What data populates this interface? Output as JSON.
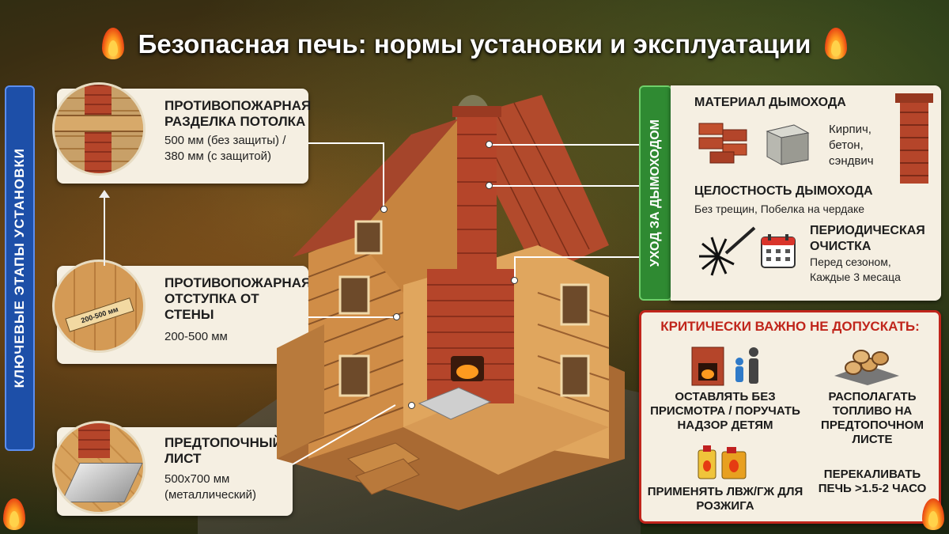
{
  "title": "Безопасная печь: нормы установки и эксплуатации",
  "left_bar": "КЛЮЧЕВЫЕ ЭТАПЫ УСТАНОВКИ",
  "right_bar": "УХОД ЗА ДЫМОХОДОМ",
  "install": [
    {
      "heading": "ПРОТИВОПОЖАРНАЯ РАЗДЕЛКА ПОТОЛКА",
      "text_1": "500 мм (без защиты) /",
      "text_2": "380 мм (с защитой)"
    },
    {
      "heading": "ПРОТИВОПОЖАРНАЯ ОТСТУПКА ОТ СТЕНЫ",
      "text_1": "200-500 мм",
      "gauge": "200-500 мм"
    },
    {
      "heading": "ПРЕДТОПОЧНЫЙ ЛИСТ",
      "text_1": "500х700 мм",
      "text_2": "(металлический)"
    }
  ],
  "care": {
    "material_heading": "МАТЕРИАЛ ДЫМОХОДА",
    "material_text_1": "Кирпич,",
    "material_text_2": "бетон,",
    "material_text_3": "сэндвич",
    "integrity_heading": "ЦЕЛОСТНОСТЬ ДЫМОХОДА",
    "integrity_text": "Без трещин, Побелка на чердаке",
    "cleaning_heading_1": "ПЕРИОДИЧЕСКАЯ",
    "cleaning_heading_2": "ОЧИСТКА",
    "cleaning_text_1": "Перед сезоном,",
    "cleaning_text_2": "Каждые 3 месаца"
  },
  "danger": {
    "heading": "КРИТИЧЕСКИ ВАЖНО НЕ ДОПУСКАТЬ:",
    "items": [
      "ОСТАВЛЯТЬ БЕЗ ПРИСМОТРА / ПОРУЧАТЬ НАДЗОР ДЕТЯМ",
      "РАСПОЛАГАТЬ ТОПЛИВО НА ПРЕДТОПОЧНОМ ЛИСТЕ",
      "ПРИМЕНЯТЬ ЛВЖ/ГЖ ДЛЯ РОЗЖИГА",
      "ПЕРЕКАЛИВАТЬ ПЕЧЬ >1.5-2 ЧАСО"
    ]
  },
  "colors": {
    "blue": "#1d4fa8",
    "green": "#2f8a32",
    "red": "#c0251b",
    "brick": "#b5452a",
    "wood": "#c98a45"
  }
}
